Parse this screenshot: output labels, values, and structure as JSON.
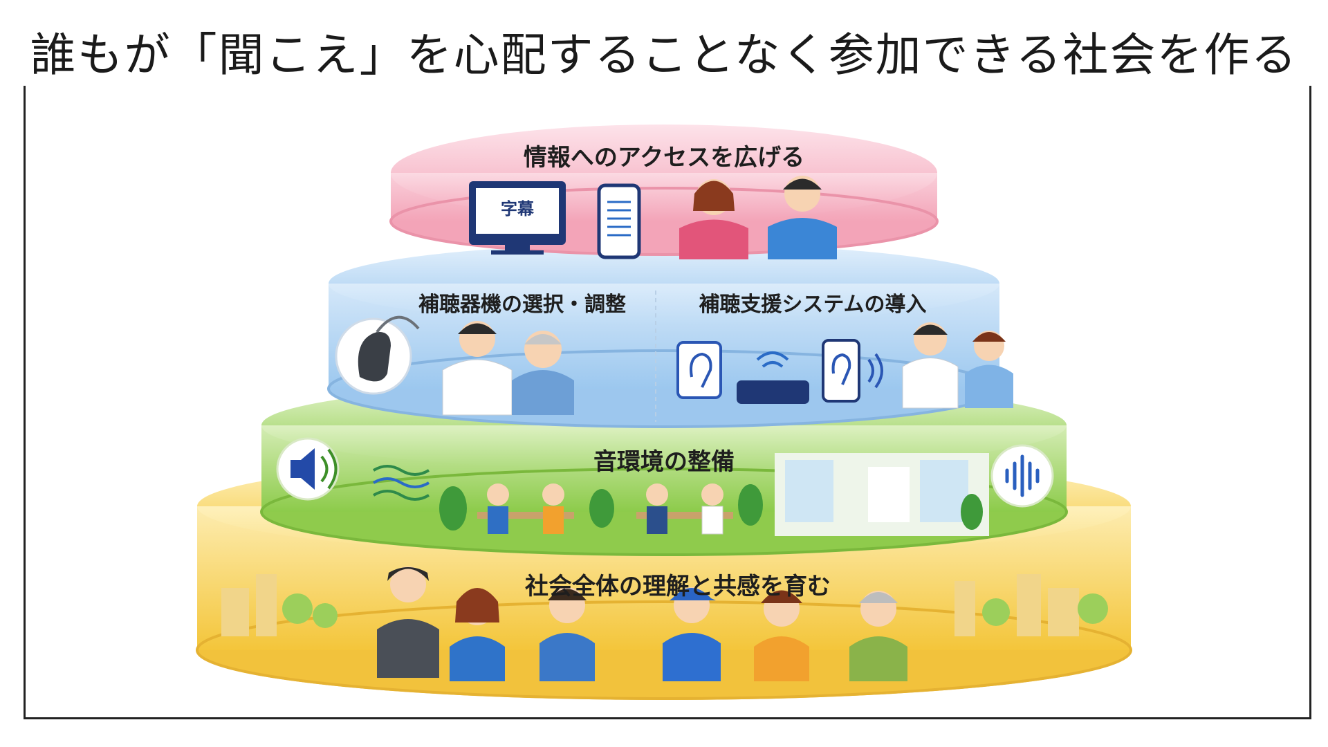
{
  "title": "誰もが「聞こえ」を心配することなく参加できる社会を作る",
  "tiers": [
    {
      "label": "情報へのアクセスを広げる",
      "color": "#f6b7c6"
    },
    {
      "label_left": "補聴器機の選択・調整",
      "label_right": "補聴支援システムの導入",
      "color": "#b9d8f4"
    },
    {
      "label": "音環境の整備",
      "color": "#a9d86a"
    },
    {
      "label": "社会全体の理解と共感を育む",
      "color": "#f8d35c"
    }
  ],
  "icons": {
    "tv_caption": "字幕"
  }
}
